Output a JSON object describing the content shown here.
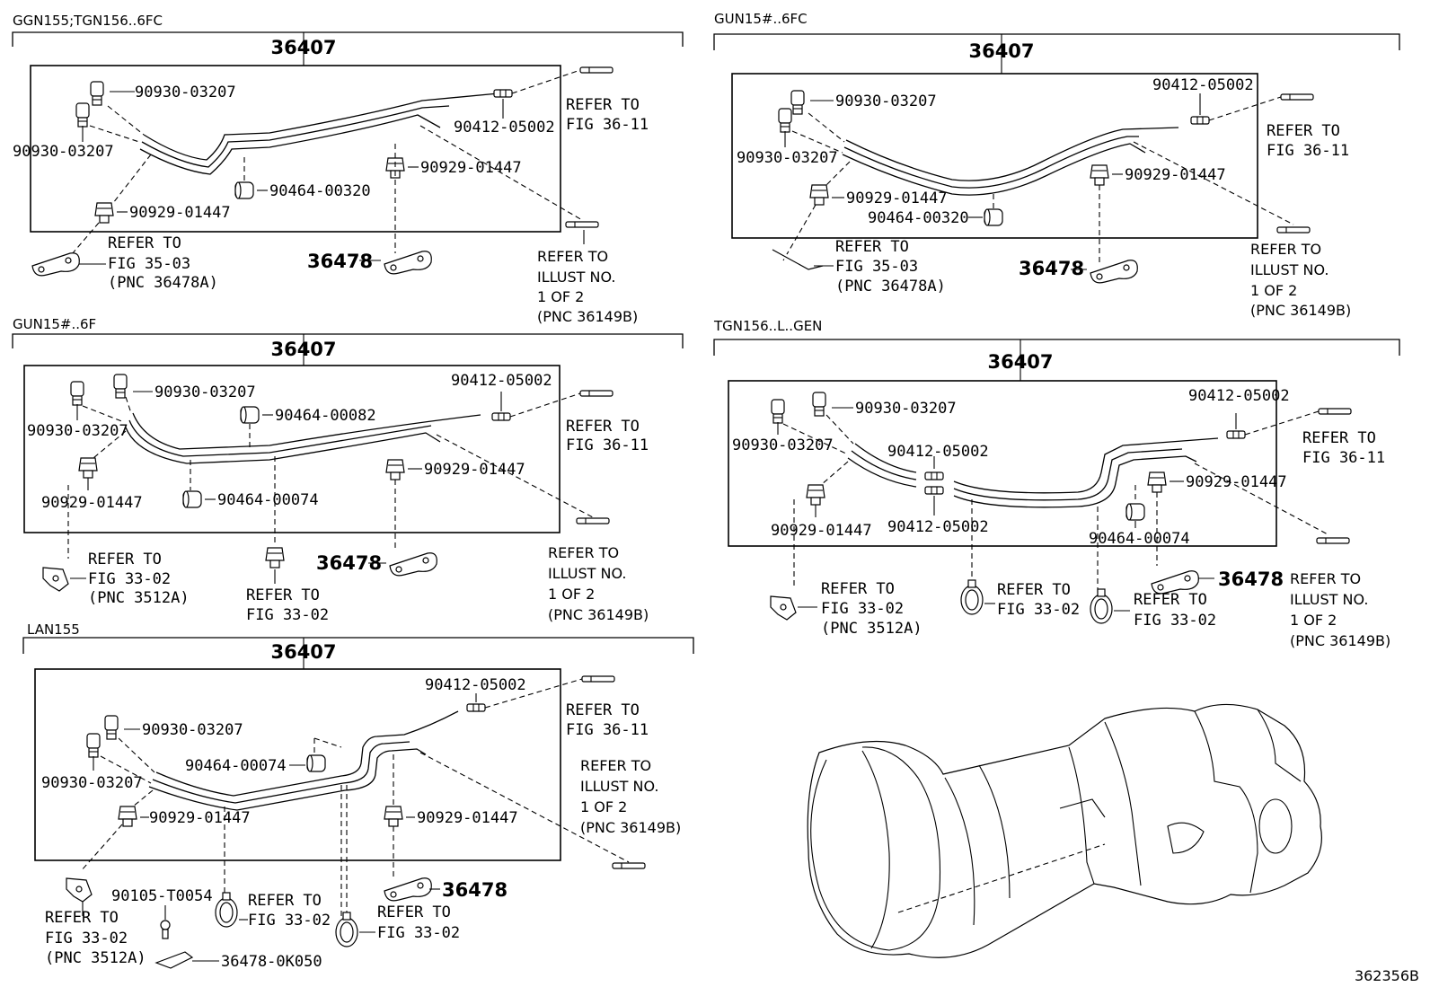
{
  "diagram_id": "362356B",
  "panels": {
    "p1": {
      "variant": "GGN155;TGN156..6FC",
      "assy": "36407",
      "vent_plug_a": "90930-03207",
      "vent_plug_b": "90930-03207",
      "hose": "90412-05002",
      "clamp_a": "90929-01447",
      "clamp_b": "90929-01447",
      "clamp_c": "90464-00320",
      "bracket": "36478",
      "ref_a": [
        "REFER TO",
        "FIG 36-11"
      ],
      "ref_b": [
        "REFER TO",
        "FIG 35-03",
        "(PNC 36478A)"
      ],
      "ref_c": [
        "REFER TO",
        "ILLUST NO.",
        "1 OF 2",
        "(PNC 36149B)"
      ]
    },
    "p2": {
      "variant": "GUN15#..6FC",
      "assy": "36407",
      "vent_plug_a": "90930-03207",
      "vent_plug_b": "90930-03207",
      "hose": "90412-05002",
      "clamp_a": "90929-01447",
      "clamp_b": "90929-01447",
      "clamp_c": "90464-00320",
      "bracket": "36478",
      "ref_a": [
        "REFER TO",
        "FIG 36-11"
      ],
      "ref_b": [
        "REFER TO",
        "FIG 35-03",
        "(PNC 36478A)"
      ],
      "ref_c": [
        "REFER TO",
        "ILLUST NO.",
        "1 OF 2",
        "(PNC 36149B)"
      ]
    },
    "p3": {
      "variant": "GUN15#..6F",
      "assy": "36407",
      "vent_plug_a": "90930-03207",
      "vent_plug_b": "90930-03207",
      "hose": "90412-05002",
      "clamp_a": "90929-01447",
      "clamp_b": "90929-01447",
      "clamp_c": "90464-00082",
      "clamp_d": "90464-00074",
      "bracket": "36478",
      "ref_a": [
        "REFER TO",
        "FIG 36-11"
      ],
      "ref_b": [
        "REFER TO",
        "FIG 33-02",
        "(PNC 3512A)"
      ],
      "ref_c": [
        "REFER TO",
        "FIG 33-02"
      ],
      "ref_d": [
        "REFER TO",
        "ILLUST NO.",
        "1 OF 2",
        "(PNC 36149B)"
      ]
    },
    "p4": {
      "variant": "TGN156..L..GEN",
      "assy": "36407",
      "vent_plug_a": "90930-03207",
      "vent_plug_b": "90930-03207",
      "hose_a": "90412-05002",
      "hose_b": "90412-05002",
      "hose_c": "90412-05002",
      "clamp_a": "90929-01447",
      "clamp_b": "90929-01447",
      "clamp_c": "90464-00074",
      "bracket": "36478",
      "ref_a": [
        "REFER TO",
        "FIG 36-11"
      ],
      "ref_b": [
        "REFER TO",
        "FIG 33-02",
        "(PNC 3512A)"
      ],
      "ref_c": [
        "REFER TO",
        "FIG 33-02"
      ],
      "ref_d": [
        "REFER TO",
        "FIG 33-02"
      ],
      "ref_e": [
        "REFER TO",
        "ILLUST NO.",
        "1 OF 2",
        "(PNC 36149B)"
      ]
    },
    "p5": {
      "variant": "LAN155",
      "assy": "36407",
      "vent_plug_a": "90930-03207",
      "vent_plug_b": "90930-03207",
      "hose": "90412-05002",
      "clamp_a": "90929-01447",
      "clamp_b": "90929-01447",
      "clamp_c": "90464-00074",
      "bolt": "90105-T0054",
      "bracket_a": "36478",
      "bracket_b": "36478-0K050",
      "ref_a": [
        "REFER TO",
        "FIG 36-11"
      ],
      "ref_b": [
        "REFER TO",
        "ILLUST NO.",
        "1 OF 2",
        "(PNC 36149B)"
      ],
      "ref_c": [
        "REFER TO",
        "FIG 33-02",
        "(PNC 3512A)"
      ],
      "ref_d": [
        "REFER TO",
        "FIG 33-02"
      ],
      "ref_e": [
        "REFER TO",
        "FIG 33-02"
      ]
    }
  }
}
